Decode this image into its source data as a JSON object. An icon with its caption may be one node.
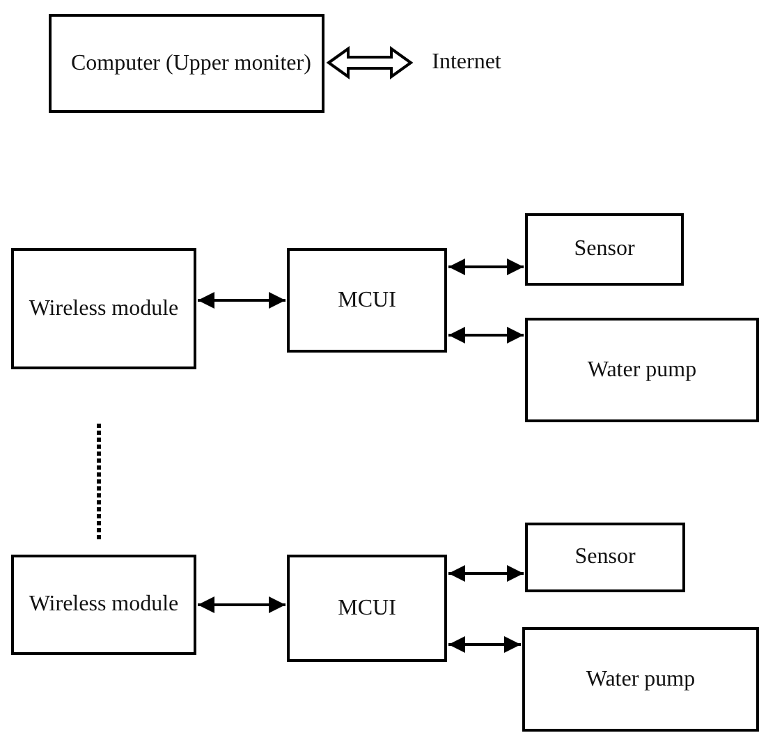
{
  "diagram": {
    "nodes": [
      {
        "text": [
          "Computer (Upper moniter)"
        ]
      },
      {
        "text": [
          "Internet"
        ]
      },
      {
        "text": [
          "Wireless module"
        ]
      },
      {
        "text": [
          "MCUI"
        ]
      },
      {
        "text": [
          "Sensor"
        ]
      },
      {
        "text": [
          "Water pump"
        ]
      },
      {
        "text": [
          "Wireless module"
        ]
      },
      {
        "text": [
          "MCUI"
        ]
      },
      {
        "text": [
          "Sensor"
        ]
      },
      {
        "text": [
          "Water pump"
        ]
      }
    ],
    "edges": [
      {
        "from": 0,
        "to": 1,
        "arrow": "both",
        "style": "thick"
      },
      {
        "from": 2,
        "to": 3,
        "arrow": "both"
      },
      {
        "from": 3,
        "to": 4,
        "arrow": "both"
      },
      {
        "from": 3,
        "to": 5,
        "arrow": "both"
      },
      {
        "from": 6,
        "to": 7,
        "arrow": "both"
      },
      {
        "from": 7,
        "to": 8,
        "arrow": "both"
      },
      {
        "from": 7,
        "to": 9,
        "arrow": "both"
      }
    ]
  }
}
